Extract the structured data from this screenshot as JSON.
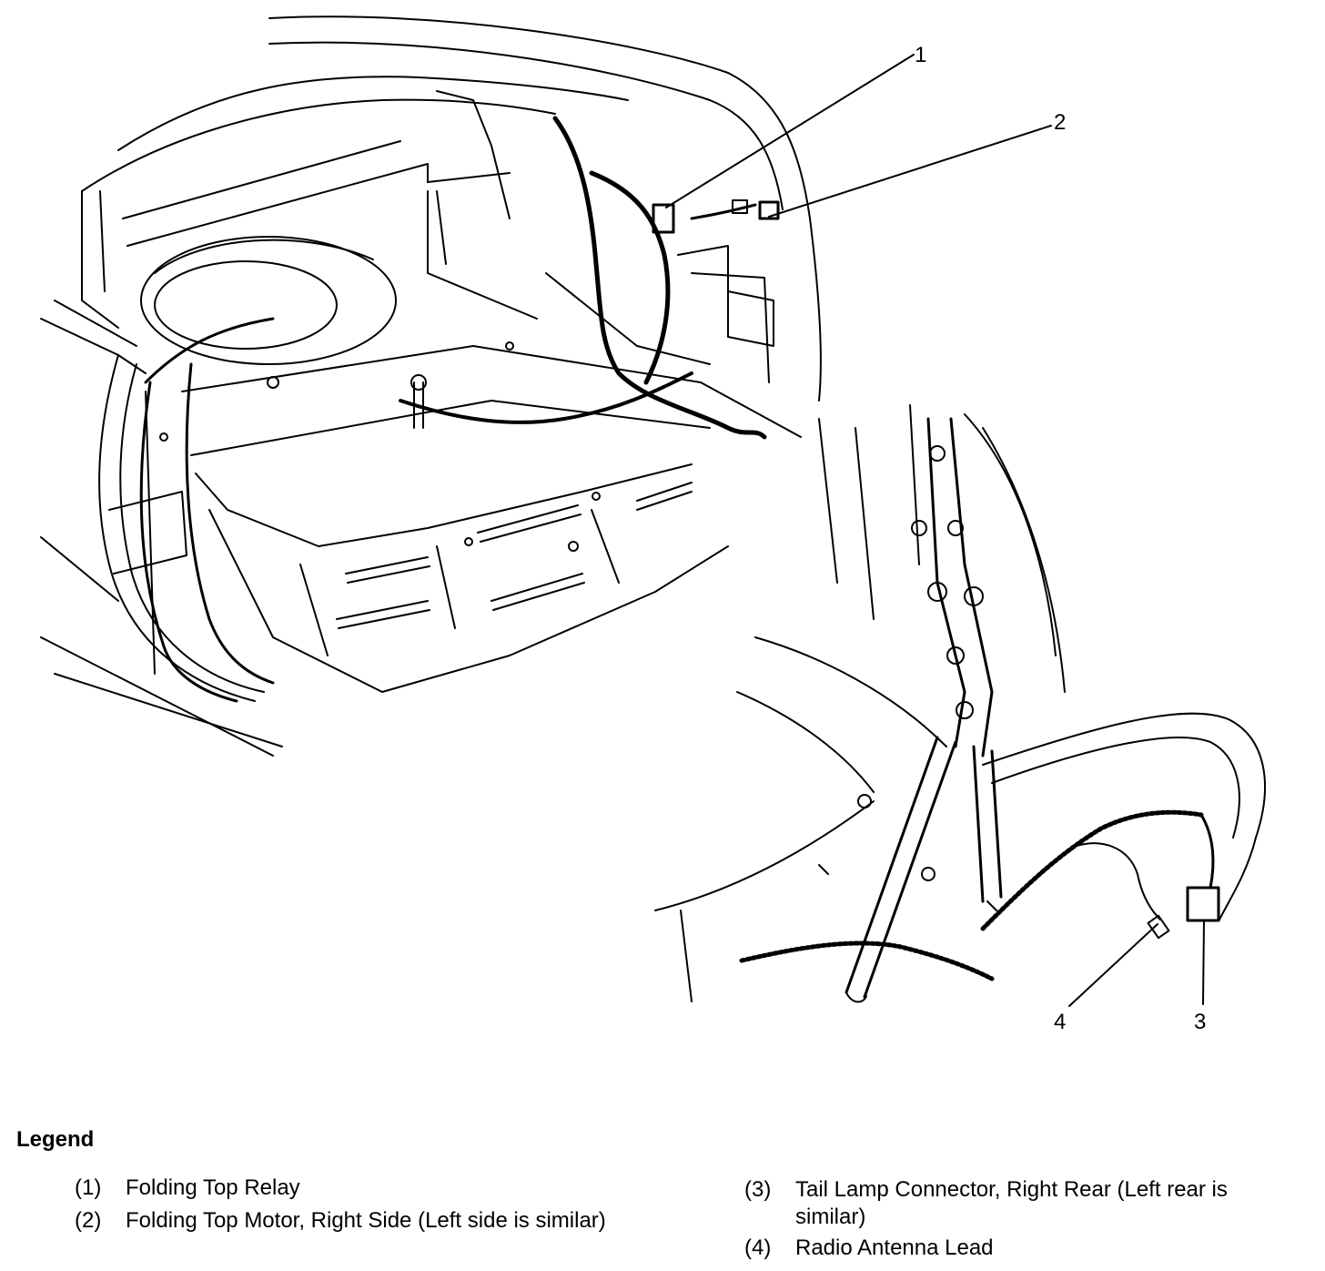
{
  "callouts": [
    "1",
    "2",
    "3",
    "4"
  ],
  "legend": {
    "title": "Legend",
    "items": [
      {
        "num": "(1)",
        "text": "Folding Top Relay"
      },
      {
        "num": "(2)",
        "text": "Folding Top Motor, Right Side (Left side is similar)"
      },
      {
        "num": "(3)",
        "text": "Tail Lamp Connector, Right Rear (Left rear is similar)"
      },
      {
        "num": "(4)",
        "text": "Radio Antenna Lead"
      }
    ]
  }
}
